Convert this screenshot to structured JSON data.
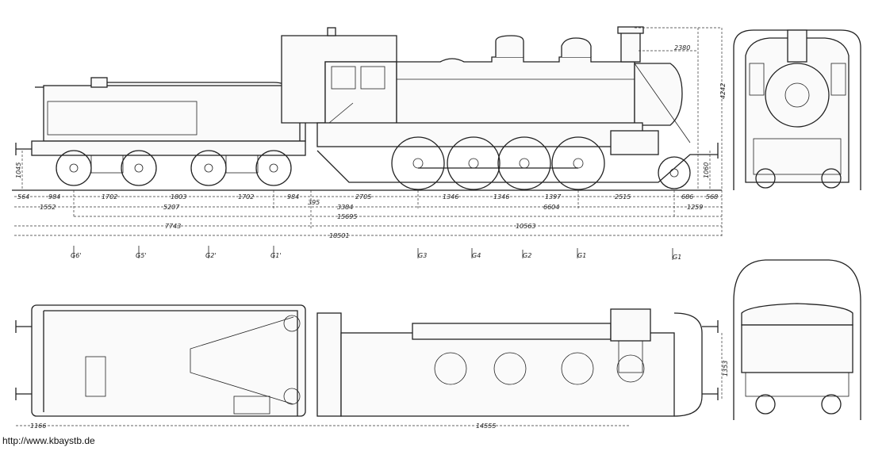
{
  "source_link": "http://www.kbaystb.de",
  "dimensions": {
    "row1": [
      "564",
      "984",
      "1702",
      "1803",
      "1702",
      "984",
      "395",
      "2705",
      "1346",
      "1346",
      "1397",
      "2515",
      "686",
      "568"
    ],
    "row2": [
      "1552",
      "5207",
      "3384",
      "6604",
      "1259"
    ],
    "row3": [
      "15695"
    ],
    "row4": [
      "7743",
      "10563"
    ],
    "row5": [
      "18501"
    ],
    "height_total": "4242",
    "chimney_offset": "2380",
    "buffer_height_left": "1045",
    "buffer_height_right": "1060",
    "plan_width": "1353",
    "plan_left": "1166",
    "plan_length": "14555"
  },
  "axle_labels": [
    "G6'",
    "G5'",
    "G2'",
    "G1'",
    "G3",
    "G4",
    "G2",
    "G1",
    "G1"
  ]
}
